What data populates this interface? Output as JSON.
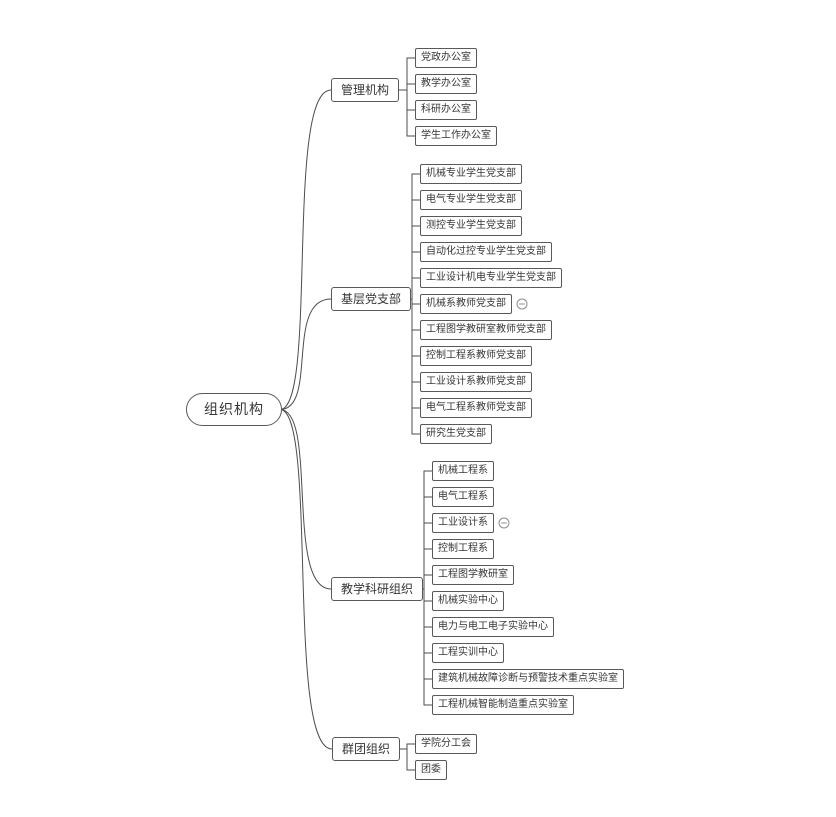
{
  "colors": {
    "border": "#595959",
    "line": "#4d4d4d",
    "text": "#363636",
    "background": "#ffffff",
    "icon": "#8c8c8c"
  },
  "root": {
    "label": "组织机构"
  },
  "branches": [
    {
      "label": "管理机构",
      "children": [
        {
          "label": "党政办公室"
        },
        {
          "label": "教学办公室"
        },
        {
          "label": "科研办公室"
        },
        {
          "label": "学生工作办公室"
        }
      ]
    },
    {
      "label": "基层党支部",
      "children": [
        {
          "label": "机械专业学生党支部"
        },
        {
          "label": "电气专业学生党支部"
        },
        {
          "label": "测控专业学生党支部"
        },
        {
          "label": "自动化过控专业学生党支部"
        },
        {
          "label": "工业设计机电专业学生党支部"
        },
        {
          "label": "机械系教师党支部",
          "icon": "link-icon"
        },
        {
          "label": "工程图学教研室教师党支部"
        },
        {
          "label": "控制工程系教师党支部"
        },
        {
          "label": "工业设计系教师党支部"
        },
        {
          "label": "电气工程系教师党支部"
        },
        {
          "label": "研究生党支部"
        }
      ]
    },
    {
      "label": "教学科研组织",
      "children": [
        {
          "label": "机械工程系"
        },
        {
          "label": "电气工程系"
        },
        {
          "label": "工业设计系",
          "icon": "link-icon"
        },
        {
          "label": "控制工程系"
        },
        {
          "label": "工程图学教研室"
        },
        {
          "label": "机械实验中心"
        },
        {
          "label": "电力与电工电子实验中心"
        },
        {
          "label": "工程实训中心"
        },
        {
          "label": "建筑机械故障诊断与预警技术重点实验室"
        },
        {
          "label": "工程机械智能制造重点实验室"
        }
      ]
    },
    {
      "label": "群团组织",
      "children": [
        {
          "label": "学院分工会"
        },
        {
          "label": "团委"
        }
      ]
    }
  ]
}
